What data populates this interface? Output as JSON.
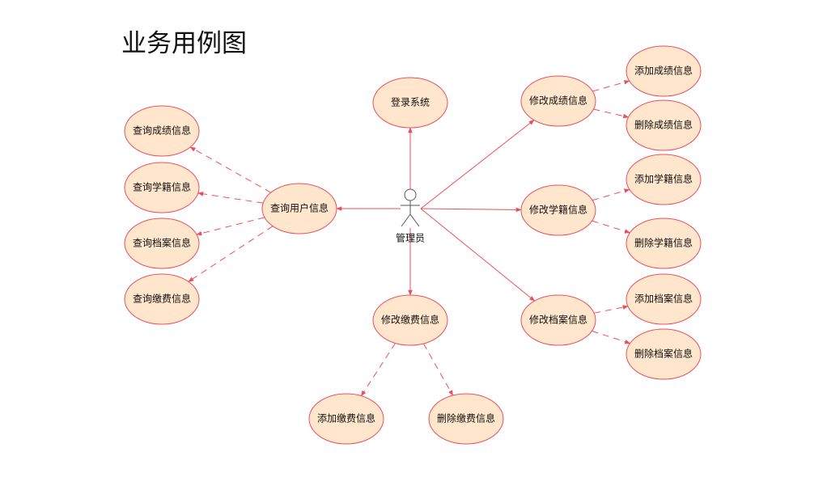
{
  "title": "业务用例图",
  "actor": {
    "label": "管理员"
  },
  "use_cases": {
    "login": "登录系统",
    "query_user": "查询用户信息",
    "modify_fee": "修改缴费信息",
    "modify_score": "修改成绩信息",
    "modify_status": "修改学籍信息",
    "modify_archive": "修改档案信息",
    "add_score": "添加成绩信息",
    "del_score": "删除成绩信息",
    "add_status": "添加学籍信息",
    "del_status": "删除学籍信息",
    "add_archive": "添加档案信息",
    "del_archive": "删除档案信息",
    "query_score": "查询成绩信息",
    "query_status": "查询学籍信息",
    "query_archive": "查询档案信息",
    "query_fee": "查询缴费信息",
    "add_fee": "添加缴费信息",
    "del_fee": "删除缴费信息"
  },
  "colors": {
    "line": "#ea4f5c",
    "fill": "#ffe6cc"
  }
}
